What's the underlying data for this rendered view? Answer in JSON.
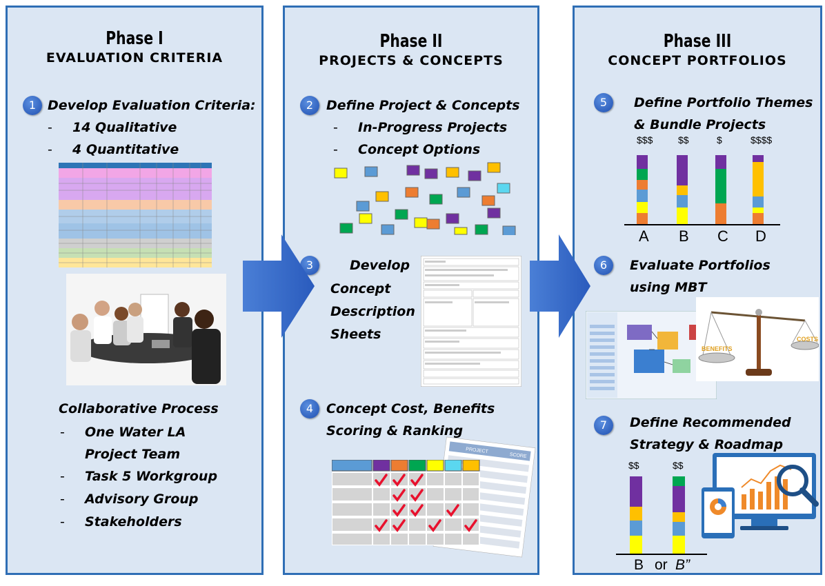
{
  "phase1": {
    "title": "Phase I",
    "subtitle": "EVALUATION CRITERIA",
    "step1": {
      "num": "1",
      "label": "Develop Evaluation Criteria:"
    },
    "step1_items": [
      "14 Qualitative",
      "4 Quantitative"
    ],
    "collab_title": "Collaborative Process",
    "collab_items": [
      "One Water LA",
      "Project Team",
      "Task 5 Workgroup",
      "Advisory Group",
      "Stakeholders"
    ]
  },
  "phase2": {
    "title": "Phase II",
    "subtitle": "PROJECTS & CONCEPTS",
    "step2": {
      "num": "2",
      "label": "Define Project & Concepts"
    },
    "step2_items": [
      "In-Progress Projects",
      "Concept Options"
    ],
    "step3": {
      "num": "3",
      "lines": [
        "Develop",
        "Concept",
        "Description",
        "Sheets"
      ]
    },
    "step4": {
      "num": "4",
      "lines": [
        "Concept Cost, Benefits",
        "Scoring & Ranking"
      ]
    },
    "sheet_labels": {
      "project": "PROJECT",
      "score": "SCORE"
    }
  },
  "phase3": {
    "title": "Phase III",
    "subtitle": "CONCEPT PORTFOLIOS",
    "step5": {
      "num": "5",
      "lines": [
        "Define Portfolio Themes",
        "& Bundle Projects"
      ]
    },
    "portfolio_costs": [
      "$$$",
      "$$",
      "$",
      "$$$$"
    ],
    "portfolio_labels": [
      "A",
      "B",
      "C",
      "D"
    ],
    "step6": {
      "num": "6",
      "lines": [
        "Evaluate Portfolios",
        "using MBT"
      ]
    },
    "scale_labels": {
      "benefits": "BENEFITS",
      "costs": "COSTS"
    },
    "step7": {
      "num": "7",
      "lines": [
        "Define Recommended",
        "Strategy & Roadmap"
      ]
    },
    "roadmap_costs": [
      "$$",
      "$$"
    ],
    "roadmap_label_b": "B",
    "roadmap_label_or": "or",
    "roadmap_label_b2": "B”"
  },
  "colors": {
    "panel_bg": "#dbe6f3",
    "panel_border": "#2f6eb5",
    "arrow": "#2e63c5",
    "purple": "#7030a0",
    "orange": "#ed7d31",
    "green": "#00a651",
    "yellow": "#ffff00",
    "blue": "#5b9bd5",
    "gold": "#ffc000"
  }
}
